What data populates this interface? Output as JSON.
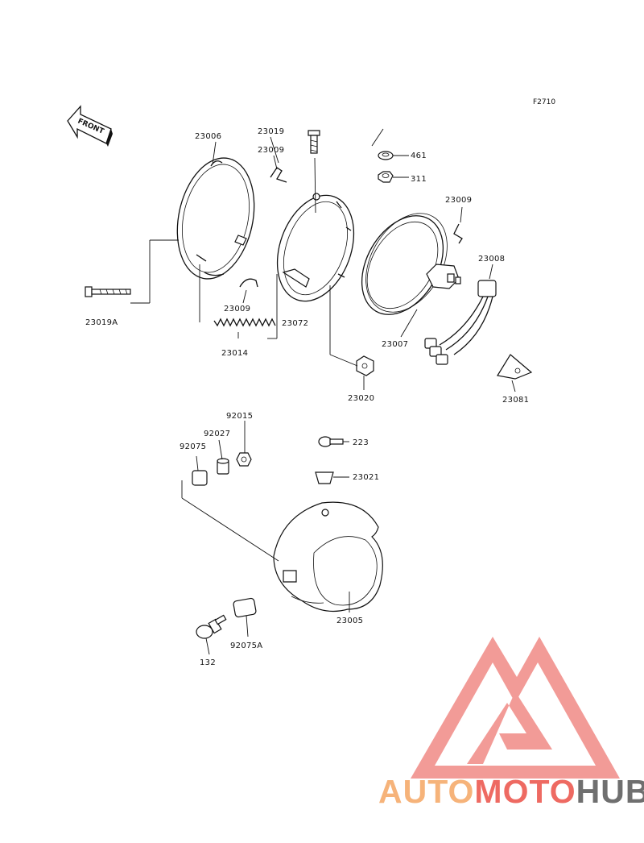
{
  "figure_id": "F2710",
  "front_label": "FRONT",
  "parts": {
    "p23006": "23006",
    "p23019": "23019",
    "p23009_top": "23009",
    "p461": "461",
    "p311": "311",
    "p23009_right": "23009",
    "p23008": "23008",
    "p23019A": "23019A",
    "p23009_mid": "23009",
    "p23072": "23072",
    "p23014": "23014",
    "p23007": "23007",
    "p23020": "23020",
    "p23081": "23081",
    "p92015": "92015",
    "p92027": "92027",
    "p92075": "92075",
    "p223": "223",
    "p23021": "23021",
    "p23005": "23005",
    "p92075A": "92075A",
    "p132": "132"
  },
  "watermark": {
    "part1": "AUTO",
    "part2": "MOTO",
    "part3": "HUB"
  },
  "colors": {
    "watermark_orange": "#f6b37a",
    "watermark_red": "#ee6a62",
    "watermark_gray": "#6f6f6f",
    "logo_triangle": "#f08a86"
  }
}
